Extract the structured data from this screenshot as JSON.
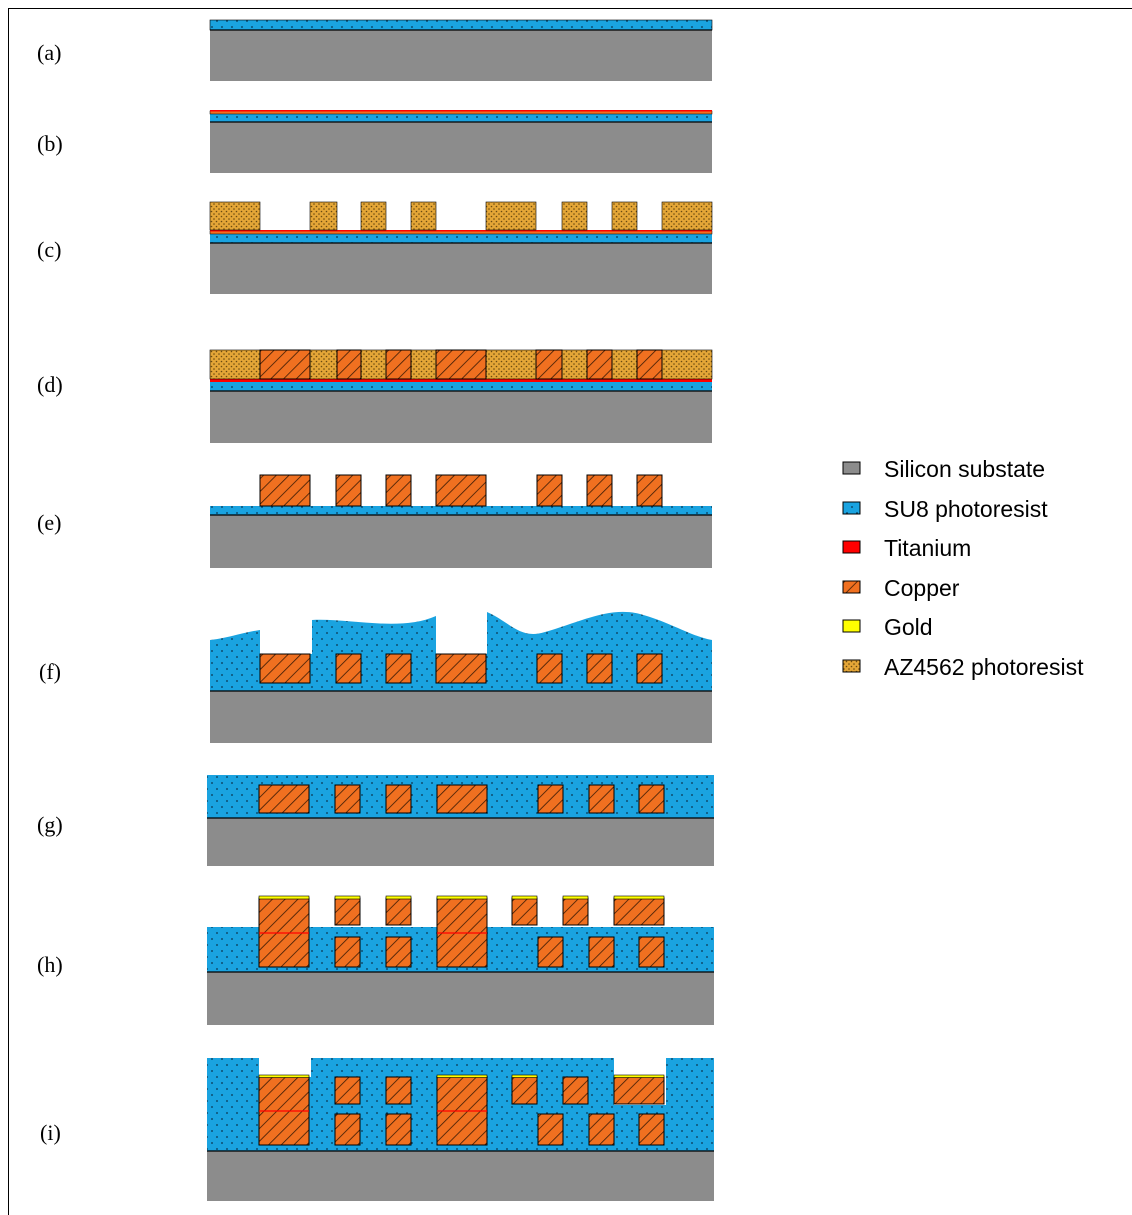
{
  "steps": [
    {
      "id": "a",
      "label": "(a)"
    },
    {
      "id": "b",
      "label": "(b)"
    },
    {
      "id": "c",
      "label": "(c)"
    },
    {
      "id": "d",
      "label": "(d)"
    },
    {
      "id": "e",
      "label": "(e)"
    },
    {
      "id": "f",
      "label": "(f)"
    },
    {
      "id": "g",
      "label": "(g)"
    },
    {
      "id": "h",
      "label": "(h)"
    },
    {
      "id": "i",
      "label": "(i)"
    }
  ],
  "legend": [
    {
      "key": "silicon",
      "label": "Silicon substate",
      "color": "#8c8c8c"
    },
    {
      "key": "su8",
      "label": "SU8 photoresist",
      "color": "#1aa3e0"
    },
    {
      "key": "titanium",
      "label": "Titanium",
      "color": "#ff0000"
    },
    {
      "key": "copper",
      "label": "Copper",
      "color": "#f07020"
    },
    {
      "key": "gold",
      "label": "Gold",
      "color": "#ffff00"
    },
    {
      "key": "az",
      "label": "AZ4562 photoresist",
      "color": "#e0a030"
    }
  ],
  "colors": {
    "silicon": "#8c8c8c",
    "su8": "#1aa3e0",
    "titanium": "#ff0000",
    "copper": "#f07020",
    "gold": "#ffff00",
    "az": "#e0a030"
  }
}
